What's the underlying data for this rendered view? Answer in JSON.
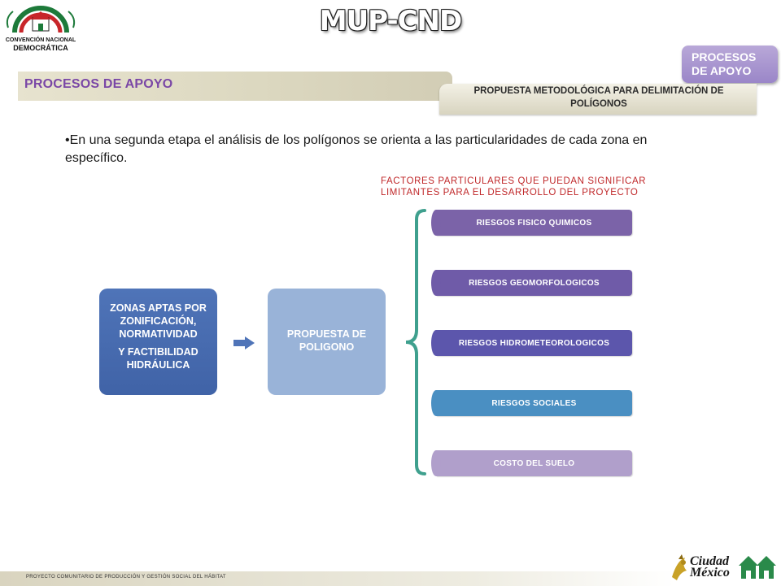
{
  "header": {
    "title": "MUP-CND",
    "logo_org_text": "CONVENCIÓN NACIONAL",
    "logo_org_text_bold": "DEMOCRÁTICA",
    "apoyo_button": {
      "line1": "PROCESOS",
      "line2": "DE APOYO"
    }
  },
  "section": {
    "title": "PROCESOS  DE APOYO",
    "subtitle": "PROPUESTA METODOLÓGICA PARA DELIMITACIÓN DE POLÍGONOS"
  },
  "body": {
    "paragraph": "•En una segunda etapa el análisis de los polígonos se orienta a las particularidades de cada zona en específico.",
    "factors_caption_line1": "FACTORES PARTICULARES QUE PUEDAN SIGNIFICAR",
    "factors_caption_line2": "LIMITANTES PARA EL DESARROLLO DEL PROYECTO"
  },
  "flow": {
    "zone_box_line1": "ZONAS APTAS POR ZONIFICACIÓN, NORMATIVIDAD",
    "zone_box_line2": "Y FACTIBILIDAD HIDRÁULICA",
    "poly_box": "PROPUESTA DE POLIGONO",
    "risks": [
      "RIESGOS FISICO QUIMICOS",
      "RIESGOS GEOMORFOLOGICOS",
      "RIESGOS HIDROMETEOROLOGICOS",
      "RIESGOS SOCIALES",
      "COSTO DEL SUELO"
    ]
  },
  "footer": {
    "text": "PROYECTO COMUNITARIO DE PRODUCCIÓN Y GESTIÓN SOCIAL DEL HÁBITAT",
    "cdmx_line1": "Ciudad",
    "cdmx_line2": "México"
  },
  "colors": {
    "accent_purple": "#7a47a6",
    "caption_red": "#c0282a",
    "zone_blue": "#4f74b8",
    "poly_blue": "#99b3d8",
    "bracket_green": "#3fa08e"
  }
}
